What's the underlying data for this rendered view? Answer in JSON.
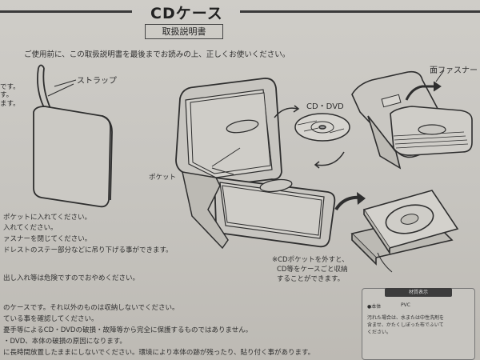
{
  "header": {
    "title": "CDケース",
    "subtitle": "取扱説明書",
    "intro": "ご使用前に、この取扱説明書を最後までお読みの上、正しくお使いください。"
  },
  "labels": {
    "strap": "ストラップ",
    "cd_dvd": "CD・DVD",
    "fastener": "面ファスナー",
    "pocket": "ポケット"
  },
  "left_margin": [
    "です。",
    "す。",
    "ます。"
  ],
  "steps": [
    "ポケットに入れてください。",
    "入れてください。",
    "ァスナーを閉じてください。",
    "ドレストのステー部分などに吊り下げる事ができます。"
  ],
  "warning": "出し入れ等は危険ですのでおやめください。",
  "note": [
    "※CDポケットを外すと、",
    "CD等をケースごと収納",
    "することができます。"
  ],
  "bottom": [
    "のケースです。それ以外のものは収納しないでください。",
    "ている事を確認してください。",
    "憂手等によるCD・DVDの破損・故障等から完全に保護するものではありません。",
    "・DVD、本体の破損の原因になります。",
    "に長時間放置したままにしないでください。環境により本体の跡が残ったり、貼り付く事があります。"
  ],
  "material": {
    "title": "材質表示",
    "item_label": "●本体",
    "item_value": "PVC",
    "notes": [
      "汚れた場合は、水または中性洗剤を",
      "含ませ、かたくしぼった布でふいて",
      "ください。"
    ]
  }
}
